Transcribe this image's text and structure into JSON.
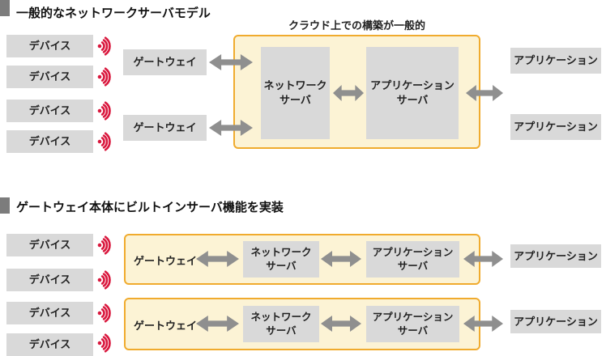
{
  "colors": {
    "box_gray": "#d9d9d9",
    "arrow_gray": "#8f8f8f",
    "yellow_fill": "#fcf3d5",
    "yellow_border": "#f0ab2e",
    "wireless_red": "#d9173d",
    "marker_gray": "#7c7c7c",
    "text": "#222222"
  },
  "section1": {
    "title": "一般的なネットワークサーバモデル",
    "cloud_note": "クラウド上での構築が一般的",
    "devices": [
      "デバイス",
      "デバイス",
      "デバイス",
      "デバイス"
    ],
    "gateways": [
      "ゲートウェイ",
      "ゲートウェイ"
    ],
    "cloud_servers": [
      "ネットワーク\nサーバ",
      "アプリケーション\nサーバ"
    ],
    "applications": [
      "アプリケーション",
      "アプリケーション"
    ]
  },
  "section2": {
    "title": "ゲートウェイ本体にビルトインサーバ機能を実装",
    "devices": [
      "デバイス",
      "デバイス",
      "デバイス",
      "デバイス"
    ],
    "rows": [
      {
        "gateway": "ゲートウェイ",
        "network_server": "ネットワーク\nサーバ",
        "app_server": "アプリケーション\nサーバ",
        "application": "アプリケーション"
      },
      {
        "gateway": "ゲートウェイ",
        "network_server": "ネットワーク\nサーバ",
        "app_server": "アプリケーション\nサーバ",
        "application": "アプリケーション"
      }
    ]
  }
}
